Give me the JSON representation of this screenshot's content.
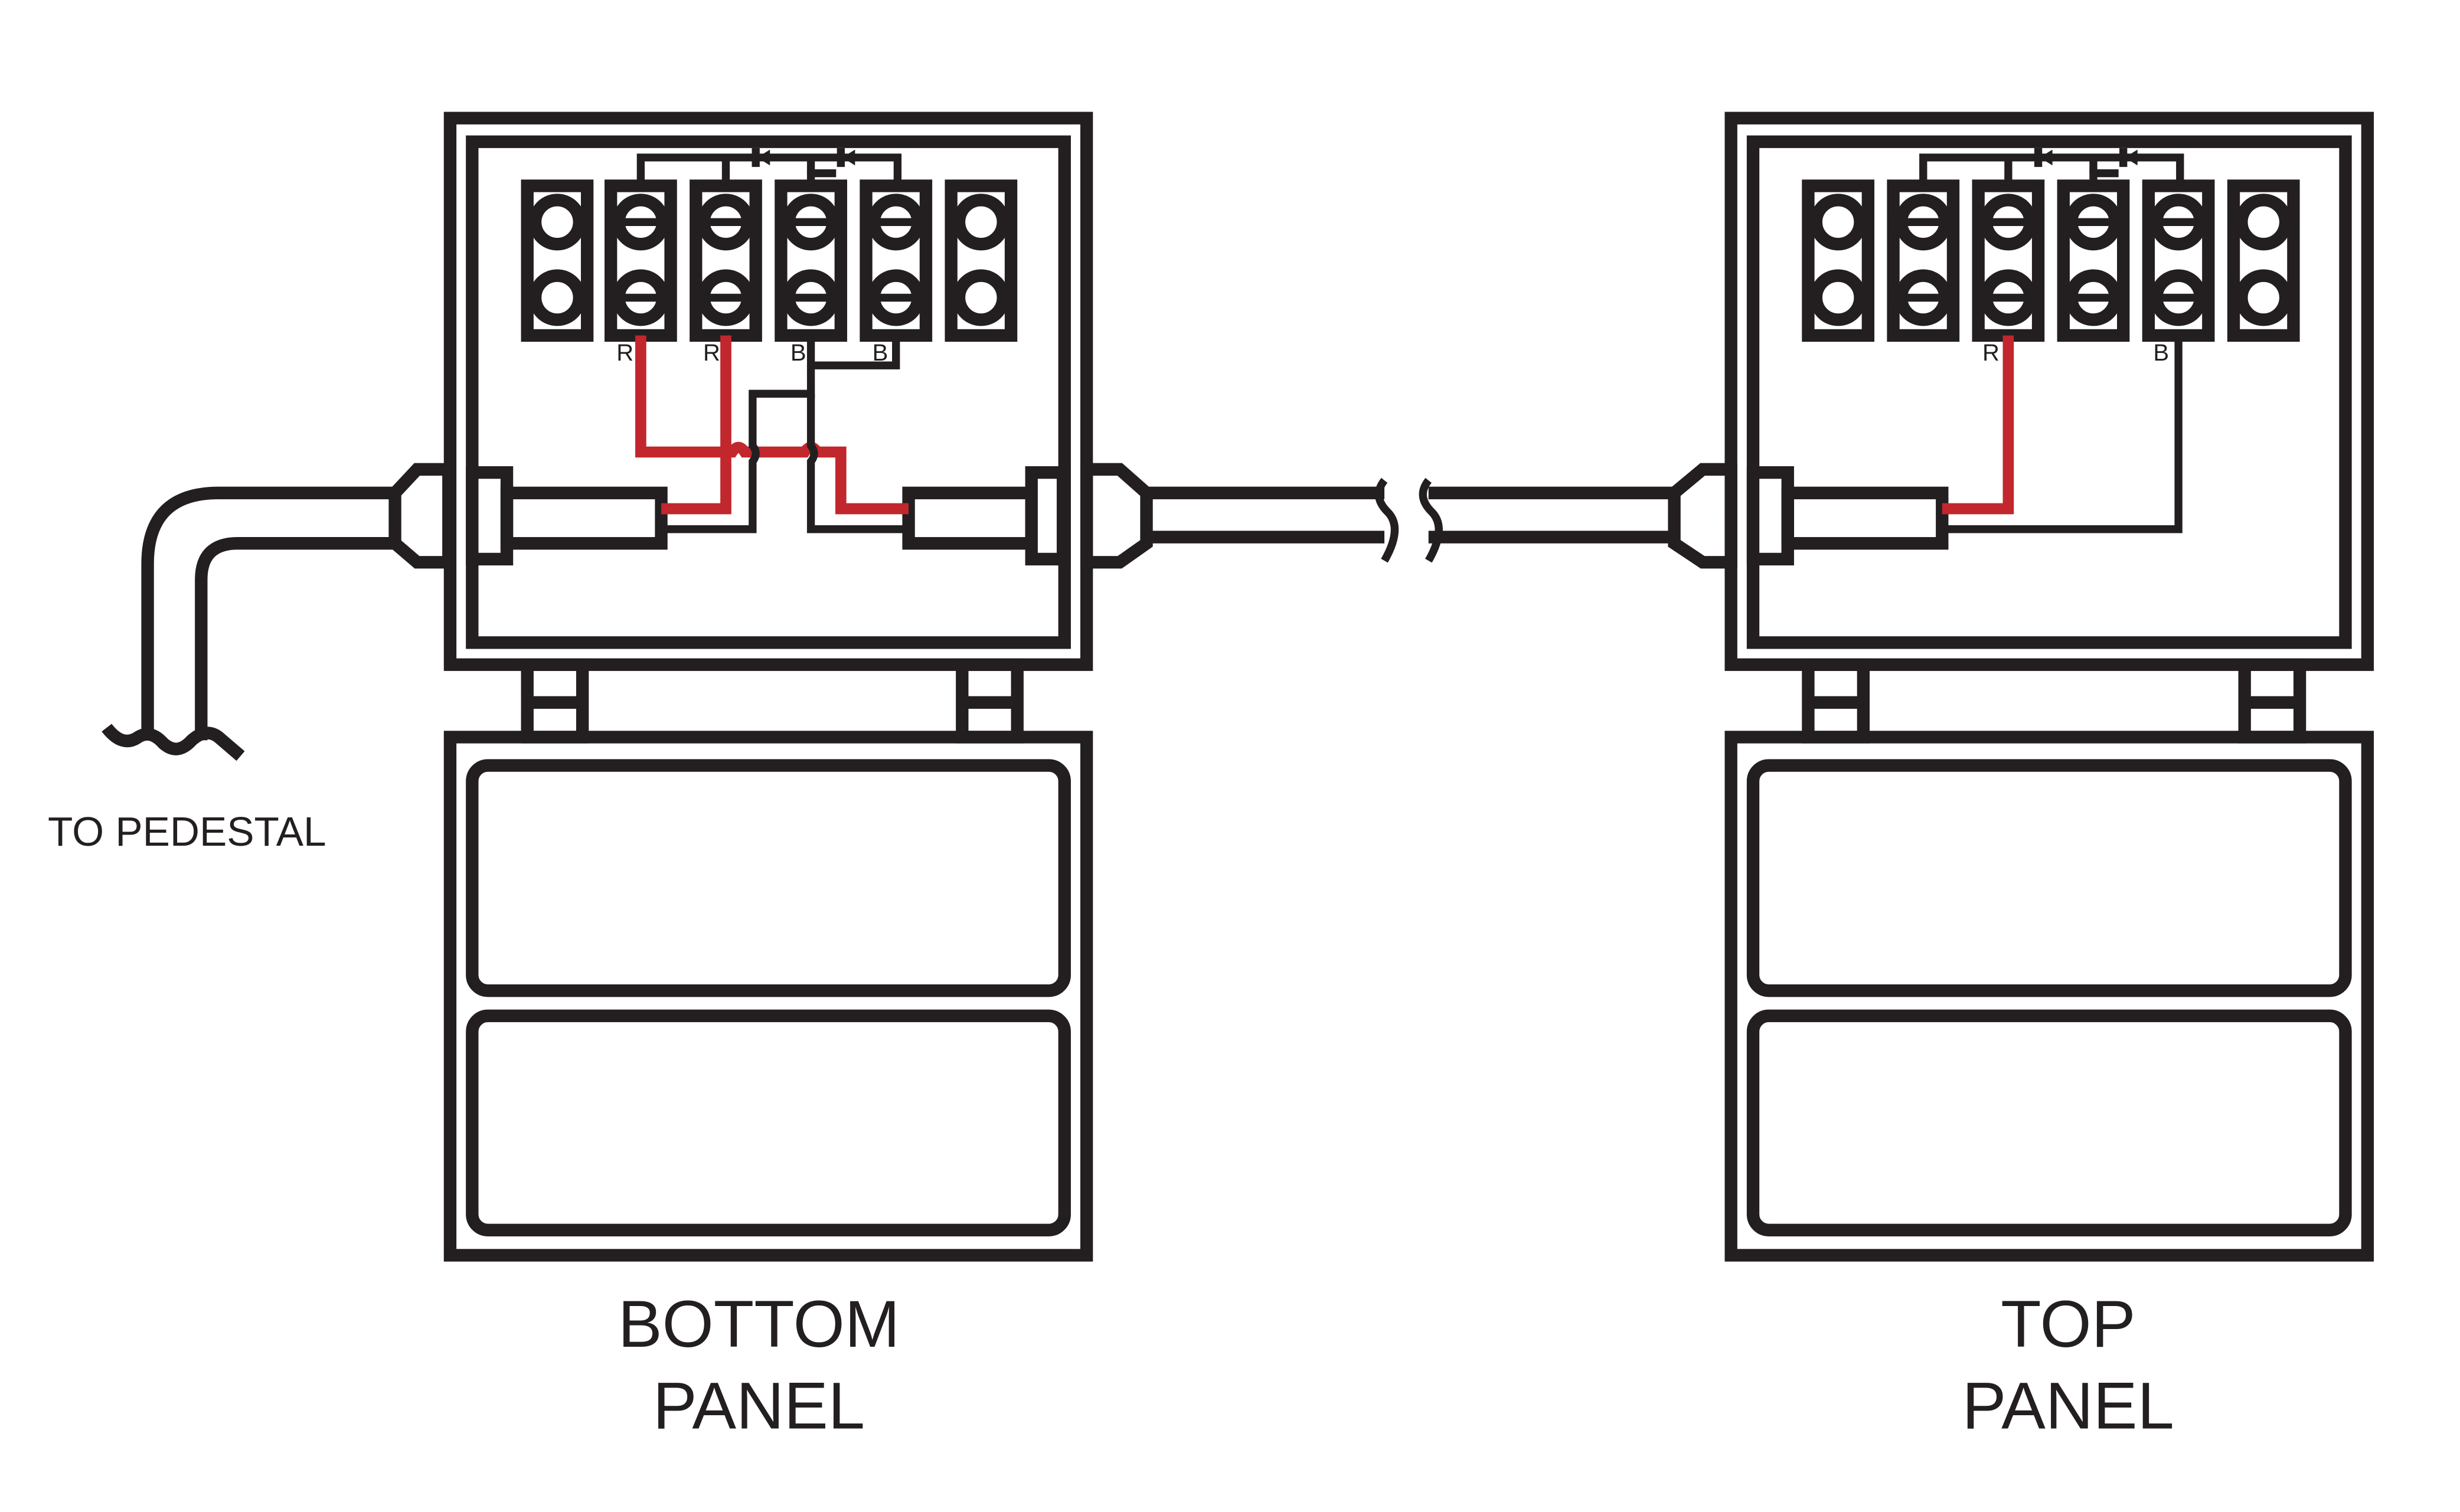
{
  "colors": {
    "stroke": "#231f20",
    "red_wire": "#c1272d",
    "background": "#ffffff"
  },
  "labels": {
    "to_pedestal": "TO PEDESTAL",
    "bottom_panel": [
      "BOTTOM",
      "PANEL"
    ],
    "top_panel": [
      "TOP",
      "PANEL"
    ]
  },
  "bottom_terminals": [
    "R",
    "R",
    "B",
    "B"
  ],
  "top_terminals": [
    "R",
    "B"
  ]
}
